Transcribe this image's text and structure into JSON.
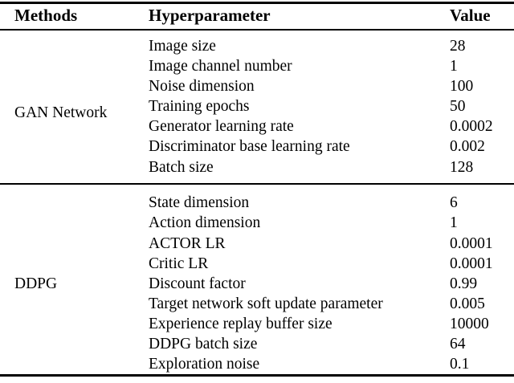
{
  "table": {
    "caption": "",
    "columns": {
      "methods": "Methods",
      "hyperparameter": "Hyperparameter",
      "value": "Value"
    },
    "groups": [
      {
        "method": "GAN Network",
        "rows": [
          {
            "hyperparameter": "Image size",
            "value": "28"
          },
          {
            "hyperparameter": "Image channel number",
            "value": "1"
          },
          {
            "hyperparameter": "Noise dimension",
            "value": "100"
          },
          {
            "hyperparameter": "Training epochs",
            "value": "50"
          },
          {
            "hyperparameter": "Generator learning rate",
            "value": "0.0002"
          },
          {
            "hyperparameter": "Discriminator base learning rate",
            "value": "0.002"
          },
          {
            "hyperparameter": "Batch size",
            "value": "128"
          }
        ]
      },
      {
        "method": "DDPG",
        "rows": [
          {
            "hyperparameter": "State dimension",
            "value": "6"
          },
          {
            "hyperparameter": "Action dimension",
            "value": "1"
          },
          {
            "hyperparameter": "ACTOR LR",
            "value": "0.0001"
          },
          {
            "hyperparameter": "Critic LR",
            "value": "0.0001"
          },
          {
            "hyperparameter": "Discount factor",
            "value": "0.99"
          },
          {
            "hyperparameter": "Target network soft update parameter",
            "value": "0.005"
          },
          {
            "hyperparameter": "Experience replay buffer size",
            "value": "10000"
          },
          {
            "hyperparameter": "DDPG batch size",
            "value": "64"
          },
          {
            "hyperparameter": "Exploration noise",
            "value": "0.1"
          }
        ]
      }
    ]
  },
  "colors": {
    "text": "#000000",
    "rule": "#000000",
    "background": "#ffffff"
  }
}
